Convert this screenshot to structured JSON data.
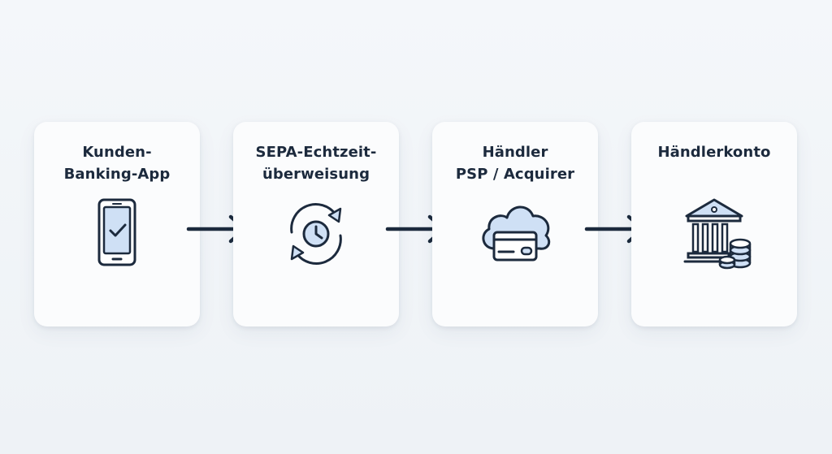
{
  "steps": [
    {
      "label_lines": [
        "Kunden-",
        "Banking-App"
      ],
      "icon": "smartphone-check-icon"
    },
    {
      "label_lines": [
        "SEPA-Echtzeit-",
        "überweisung"
      ],
      "icon": "clock-refresh-icon"
    },
    {
      "label_lines": [
        "Händler",
        "PSP / Acquirer"
      ],
      "icon": "cloud-credit-card-icon"
    },
    {
      "label_lines": [
        "Händlerkonto"
      ],
      "icon": "bank-coins-icon"
    }
  ],
  "colors": {
    "stroke": "#1c2a3d",
    "accent_fill": "#cfe0f5",
    "card_bg": "#fbfcfd",
    "background": "#f1f5f9"
  }
}
